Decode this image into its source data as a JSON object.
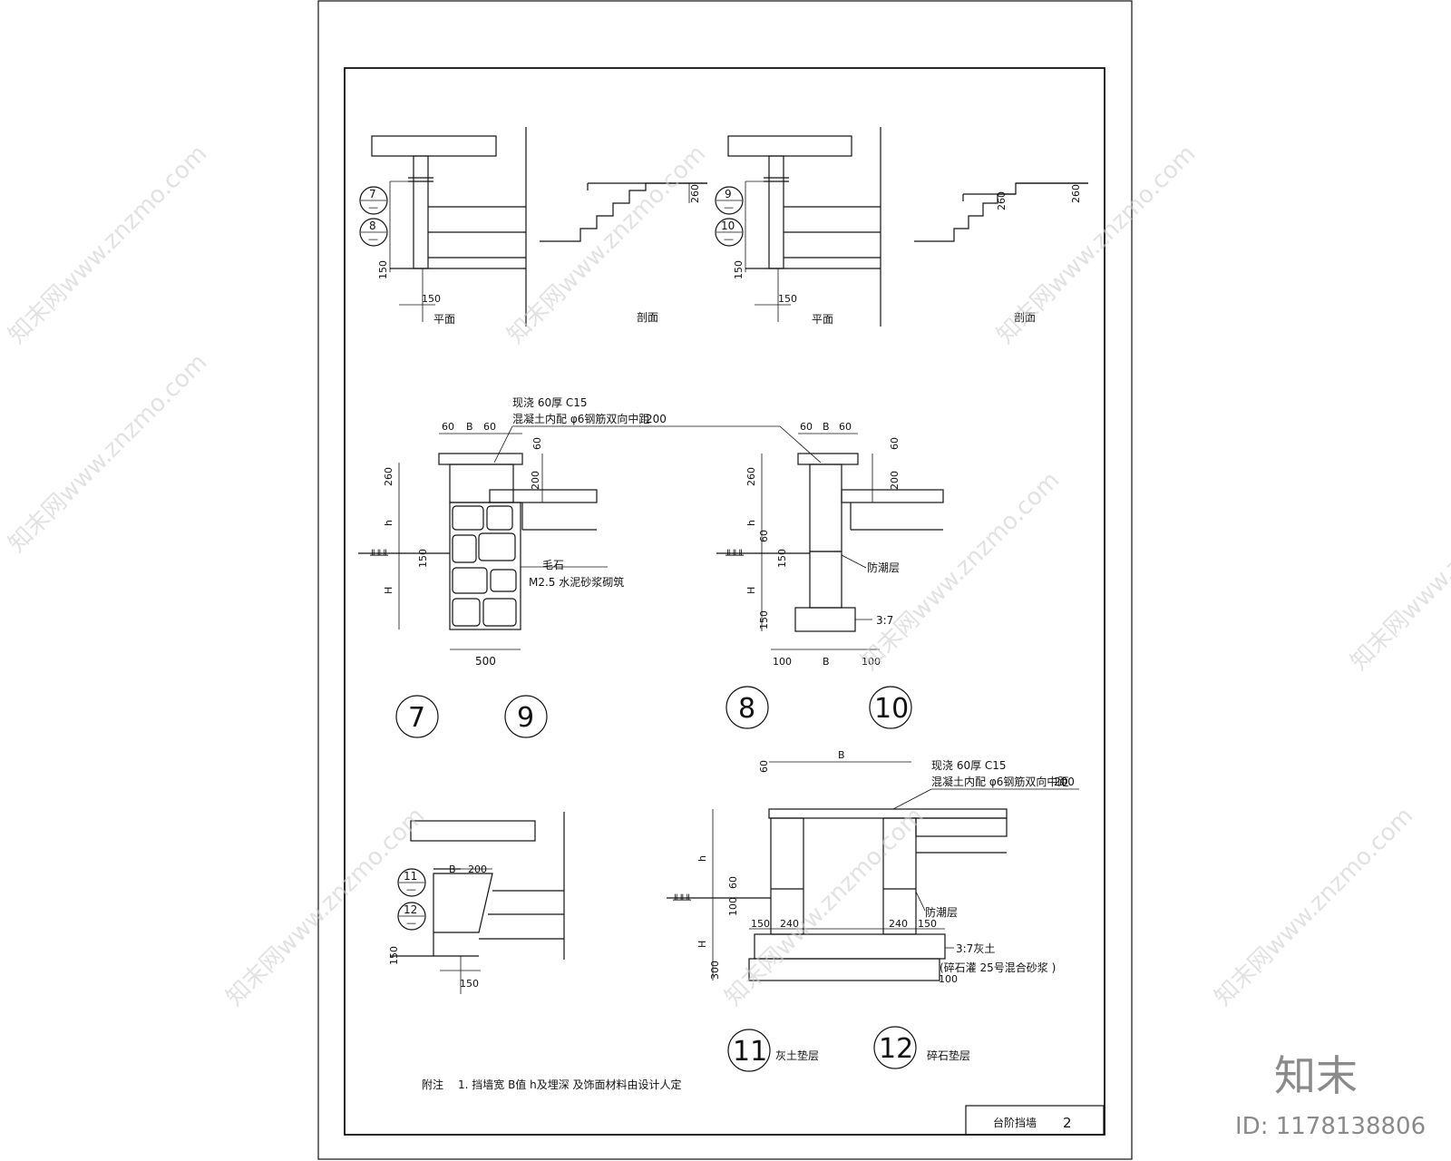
{
  "title_block": {
    "title": "台阶挡墙",
    "sheet_no": "2"
  },
  "top_views": {
    "plan_label": "平面",
    "section_label": "剖面",
    "dim_150": "150",
    "dim_260": "260",
    "refs_left": [
      {
        "num": "7",
        "den": "—"
      },
      {
        "num": "8",
        "den": "—"
      }
    ],
    "refs_right": [
      {
        "num": "9",
        "den": "—"
      },
      {
        "num": "10",
        "den": "—"
      }
    ]
  },
  "wall_details": {
    "cap_note_1": "现浇 60厚 C15",
    "cap_note_2": "混凝土内配   φ6钢筋双向中距",
    "cap_spacing": "200",
    "dim_60": "60",
    "dim_B": "B",
    "dim_200": "200",
    "dim_260": "260",
    "dim_h": "h",
    "dim_H": "H",
    "dim_150": "150",
    "dim_500": "500",
    "dim_100": "100",
    "rubble_label": "毛石",
    "mortar_label": "M2.5 水泥砂浆砌筑",
    "dpc_label": "防潮层",
    "lime_soil_label": "3:7",
    "detail_nums": [
      "7",
      "9",
      "8",
      "10"
    ]
  },
  "bottom_details": {
    "refs": [
      {
        "num": "11",
        "den": "—"
      },
      {
        "num": "12",
        "den": "—"
      }
    ],
    "dim_B": "B",
    "dim_200": "200",
    "dim_150": "150",
    "cap_note_1": "现浇 60厚 C15",
    "cap_note_2": "混凝土内配   φ6钢筋双向中距",
    "cap_spacing": "200",
    "dim_60": "60",
    "dim_h": "h",
    "dim_H": "H",
    "dim_240": "240",
    "dim_300": "300",
    "dim_100": "100",
    "dpc_label": "防潮层",
    "lime_soil_label": "3:7灰土",
    "gravel_label": "(碎石灌  25号混合砂浆       )",
    "detail_11_num": "11",
    "detail_11_label": "灰土垫层",
    "detail_12_num": "12",
    "detail_12_label": "碎石垫层"
  },
  "notes": {
    "prefix": "附注",
    "text": "1. 挡墙宽  B值  h及埋深   及饰面材料由设计人定"
  },
  "watermarks": {
    "site": "知末网www.znzmo.com",
    "brand": "知末",
    "id_label": "ID: 1178138806"
  }
}
